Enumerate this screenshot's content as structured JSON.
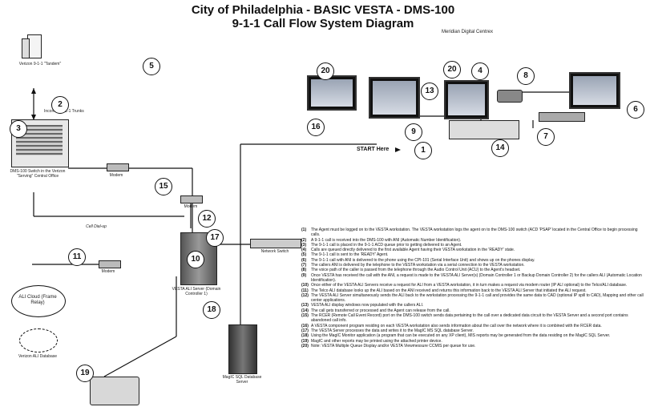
{
  "diagram": {
    "title_line1": "City of Philadelphia - BASIC VESTA - DMS-100",
    "title_line2": "9-1-1 Call Flow System Diagram",
    "labels": {
      "tandem": "Verizon 9-1-1 \"Tandem\"",
      "trunks": "Incoming 9-1-1 Trunks",
      "central_office": "DMS-100 Switch in the Verizon \"Serving\" Central Office",
      "modem_top": "Modem",
      "modem_mid": "Modem",
      "modem_left": "Modem",
      "cell_dial": "Cell Dial-up",
      "ali_cloud": "ALI Cloud (Frame Relay)",
      "ali_database": "Verizon ALI Database",
      "vesta_server": "VESTA ALI Server (Domain Controller 1)",
      "network_switch": "Network Switch",
      "sql_server": "MagIC SQL Database Server",
      "meridian": "Meridian Digital Centrex",
      "start_here": "START Here"
    },
    "markers": [
      "1",
      "2",
      "3",
      "4",
      "5",
      "6",
      "7",
      "8",
      "9",
      "10",
      "11",
      "12",
      "13",
      "14",
      "15",
      "16",
      "17",
      "18",
      "19",
      "20",
      "20"
    ],
    "notes": [
      {
        "n": "(1)",
        "t": "The Agent must be logged on to the VESTA workstation. The VESTA workstation logs the agent on to the DMS-100 switch (ACD 'PSAP' located in the Central Office to begin processing calls."
      },
      {
        "n": "(2)",
        "t": "A 9-1-1 call is received into the DMS-100 with ANI (Automatic Number Identification)."
      },
      {
        "n": "(3)",
        "t": "The 9-1-1 call is placed in the 9-1-1 ACD queue prior to getting delivered to an Agent."
      },
      {
        "n": "(4)",
        "t": "Calls are queued directly delivered to the first available Agent having their VESTA workstation in the 'READY' state."
      },
      {
        "n": "(5)",
        "t": "The 9-1-1 call is sent to the 'READY' Agent."
      },
      {
        "n": "(6)",
        "t": "The 9-1-1 call with ANI is delivered to the phone using the CPI-101 (Serial Interface Unit) and shows up on the phones display."
      },
      {
        "n": "(7)",
        "t": "The callers ANI is delivered by the telephone to the VESTA workstation via a serial connection to the VESTA workstation."
      },
      {
        "n": "(8)",
        "t": "The voice path of the caller is passed from the telephone through the Audio Control Unit (ACU) to the Agent's headset."
      },
      {
        "n": "(9)",
        "t": "Once VESTA has received the call with the ANI, a request is made to the VESTA ALI Server(s) (Domain Controller 1 or Backup Domain Controller 2) for the callers ALI (Automatic Location Identification)."
      },
      {
        "n": "(10)",
        "t": "Once either of the VESTA ALI Servers receive a request for ALI from a VESTA workstation, it in turn makes a request via modem router (IP ALI optional) to the Telco/ALI database."
      },
      {
        "n": "(11)",
        "t": "The Telco ALI database looks up the ALI based on the ANI received and returns this information back to the VESTA ALI Server that initiated the ALI request."
      },
      {
        "n": "(12)",
        "t": "The VESTA ALI Server simultaneously sends the ALI back to the workstation processing the 9-1-1 call and provides the same data to CAD (optional IP spill to CAD), Mapping and other call center applications."
      },
      {
        "n": "(13)",
        "t": "VESTA ALI display windows now populated with the callers ALI."
      },
      {
        "n": "(14)",
        "t": "The call gets transferred or processed and the Agent can release from the call."
      },
      {
        "n": "(15)",
        "t": "The RCER (Remote Call Event Record) port on the DMS-100 switch sends data pertaining to the call over a dedicated data circuit to the VESTA Server and a second port contains abandoned call info."
      },
      {
        "n": "(16)",
        "t": "A VESTA component program residing on each VESTA workstation also sends information about the call over the network where it is combined with the RCER data."
      },
      {
        "n": "(17)",
        "t": "The VESTA Server processes the data and writes it to the MagIC MS SQL database Server."
      },
      {
        "n": "(18)",
        "t": "Using the MagIC Monitor application (a program that can be executed on any XP client), MIS reports may be generated from the data residing on the MagIC SQL Server."
      },
      {
        "n": "(19)",
        "t": "MagIC and other reports may be printed using the attached printer device."
      },
      {
        "n": "(20)",
        "t": "Note: VESTA Multiple Queue Display and/or VESTA Viewmessure CCMIS per queue for use."
      }
    ]
  }
}
